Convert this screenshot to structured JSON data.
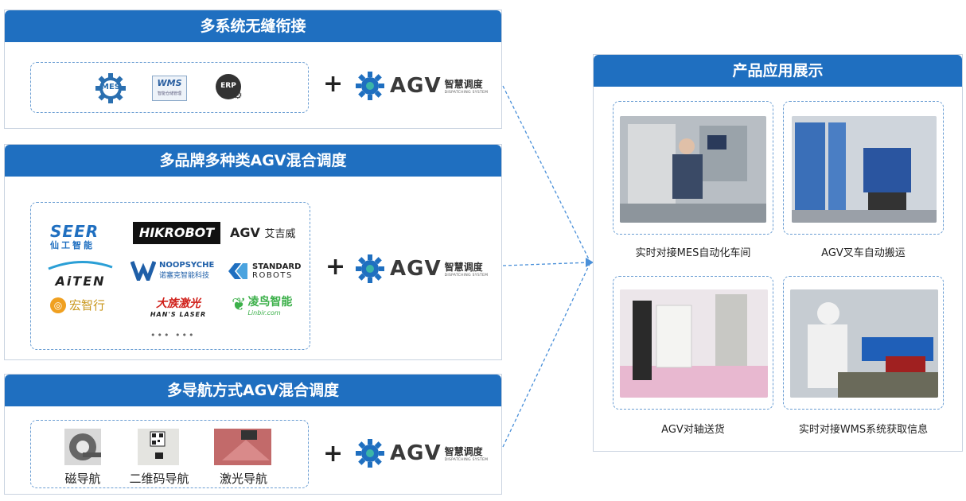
{
  "panel1": {
    "title": "多系统无缝衔接",
    "systems": [
      "MES",
      "WMS",
      "ERP"
    ],
    "wms_subtext": "智能仓储管理"
  },
  "panel2": {
    "title": "多品牌多种类AGV混合调度",
    "brands": {
      "seer_top": "SEER",
      "seer_bottom": "仙工智能",
      "hikrobot": "HIKROBOT",
      "agv_ajv": "AGV",
      "agv_ajv_cn": "艾吉威",
      "aiten": "AiTEN",
      "noopsyche": "NOOPSYCHE",
      "noopsyche_cn": "诺塞克智能科技",
      "standard_top": "STANDARD",
      "standard_bottom": "ROBOTS",
      "hongzhi": "宏智行",
      "hans_cn": "大族激光",
      "hans_en": "HAN'S LASER",
      "linbir_cn": "凌鸟智能",
      "linbir_en": "Linbir.com"
    },
    "more": "••• •••"
  },
  "panel3": {
    "title": "多导航方式AGV混合调度",
    "nav": [
      "磁导航",
      "二维码导航",
      "激光导航"
    ]
  },
  "agv_logo": {
    "text": "AGV",
    "cn": "智慧调度",
    "en": "DISPATCHING SYSTEM"
  },
  "plus": "+",
  "showcase": {
    "title": "产品应用展示",
    "items": [
      {
        "caption": "实时对接MES自动化车间"
      },
      {
        "caption": "AGV叉车自动搬运"
      },
      {
        "caption": "AGV对轴送货"
      },
      {
        "caption": "实时对接WMS系统获取信息"
      }
    ]
  },
  "colors": {
    "header_blue": "#1f6fc0",
    "dash_blue": "#6b9ed3"
  }
}
